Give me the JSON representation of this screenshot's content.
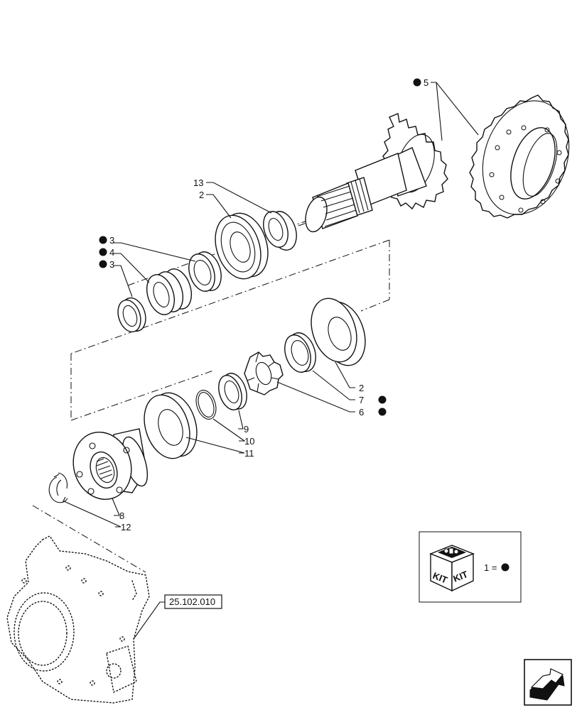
{
  "callouts": [
    {
      "id": "c-5",
      "label": "5",
      "kit": true
    },
    {
      "id": "c-13",
      "label": "13",
      "kit": false
    },
    {
      "id": "c-2a",
      "label": "2",
      "kit": false
    },
    {
      "id": "c-3a",
      "label": "3",
      "kit": true
    },
    {
      "id": "c-4",
      "label": "4",
      "kit": true
    },
    {
      "id": "c-3b",
      "label": "3",
      "kit": true
    },
    {
      "id": "c-2b",
      "label": "2",
      "kit": false
    },
    {
      "id": "c-7",
      "label": "7",
      "kit": true
    },
    {
      "id": "c-6",
      "label": "6",
      "kit": true
    },
    {
      "id": "c-9",
      "label": "9",
      "kit": false
    },
    {
      "id": "c-10",
      "label": "10",
      "kit": false
    },
    {
      "id": "c-11",
      "label": "11",
      "kit": false
    },
    {
      "id": "c-8",
      "label": "8",
      "kit": false
    },
    {
      "id": "c-12",
      "label": "12",
      "kit": false
    }
  ],
  "reference": {
    "label": "25.102.010"
  },
  "legend": {
    "kit_word": "KIT",
    "equation": "1 ="
  },
  "nav": {
    "icon": "next-page-arrow-icon"
  }
}
